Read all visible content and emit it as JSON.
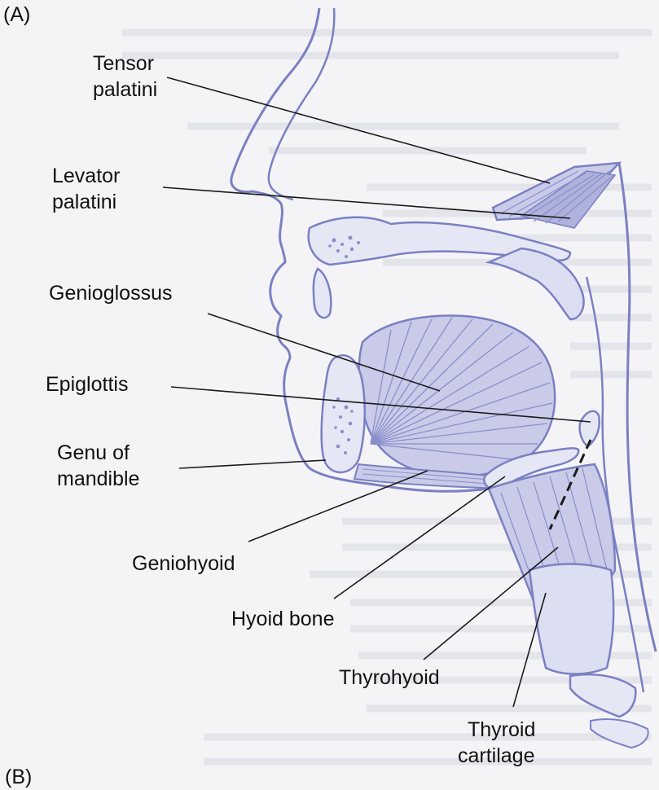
{
  "panel_labels": {
    "top": "(A)",
    "bottom": "(B)"
  },
  "labels": {
    "tensor_palatini": [
      "Tensor",
      "palatini"
    ],
    "levator_palatini": [
      "Levator",
      "palatini"
    ],
    "genioglossus": "Genioglossus",
    "epiglottis": "Epiglottis",
    "genu_of_mandible": [
      "Genu of",
      "mandible"
    ],
    "geniohyoid": "Geniohyoid",
    "hyoid_bone": "Hyoid bone",
    "thyrohyoid": "Thyrohyoid",
    "thyroid_cartilage": [
      "Thyroid",
      "cartilage"
    ]
  },
  "colors": {
    "outline": "#7b80c2",
    "muscle_fill": "#c9cbe8",
    "muscle_dark": "#aeb2dc",
    "bone_fill": "#e6e7f5",
    "leader": "#1a1a1a",
    "background": "#f4f4f7"
  }
}
